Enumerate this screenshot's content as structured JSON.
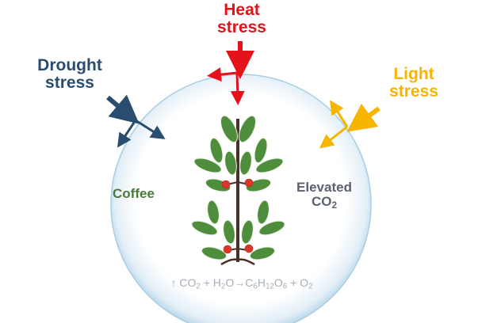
{
  "colors": {
    "heat": "#e3121b",
    "drought": "#284d6f",
    "light": "#f7b500",
    "coffee_label": "#4a7a3a",
    "co2_label": "#5a6270",
    "equation": "#a7aeb6",
    "leaf": "#4e8d3b",
    "stem": "#4a3026",
    "berry": "#d8372a",
    "circle_edge": "#a9cde3"
  },
  "labels": {
    "heat_line1": "Heat",
    "heat_line2": "stress",
    "drought_line1": "Drought",
    "drought_line2": "stress",
    "light_line1": "Light",
    "light_line2": "stress",
    "coffee": "Coffee",
    "elevated_line1": "Elevated",
    "co2_base": "CO",
    "co2_sub": "2"
  },
  "equation": {
    "arrow_up": "↑",
    "co2_base": "CO",
    "co2_sub": "2",
    "plus1": "+",
    "h2o_h": "H",
    "h2o_sub": "2",
    "h2o_o": "O",
    "arrow_right": "→",
    "c": "C",
    "c_sub": "6",
    "h": "H",
    "h_sub": "12",
    "o": "O",
    "o_sub": "6",
    "plus2": "+",
    "o2_base": "O",
    "o2_sub": "2"
  },
  "icons": {
    "heat_arrows": "red-down-arrow-with-deflection",
    "drought_arrows": "blue-diagonal-arrow-with-deflection",
    "light_arrows": "yellow-diagonal-arrow-with-deflection",
    "plant": "coffee-plant-illustration"
  }
}
